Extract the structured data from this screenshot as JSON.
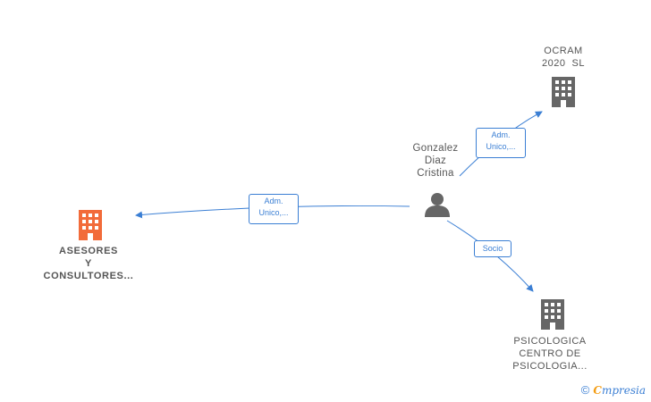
{
  "nodes": {
    "person": {
      "lines": [
        "Gonzalez",
        "Diaz",
        "Cristina"
      ],
      "icon": "person-icon",
      "color": "#666666"
    },
    "asesores": {
      "lines": [
        "ASESORES",
        "Y",
        "CONSULTORES..."
      ],
      "icon": "building-icon",
      "color": "#f26b3a"
    },
    "ocram": {
      "lines": [
        "OCRAM",
        "2020  SL"
      ],
      "icon": "building-icon",
      "color": "#666666"
    },
    "psicologica": {
      "lines": [
        "PSICOLOGICA",
        "CENTRO DE",
        "PSICOLOGIA..."
      ],
      "icon": "building-icon",
      "color": "#666666"
    }
  },
  "relations": {
    "to_asesores": {
      "lines": [
        "Adm.",
        "Unico,..."
      ]
    },
    "to_ocram": {
      "lines": [
        "Adm.",
        "Unico,..."
      ]
    },
    "to_psicologica": {
      "lines": [
        "Socio"
      ]
    }
  },
  "footer": {
    "copyright": "©",
    "brand_first": "C",
    "brand_rest": "mpresia"
  },
  "colors": {
    "edge": "#3b7fd4",
    "focus_company": "#f26b3a",
    "company": "#666666"
  }
}
